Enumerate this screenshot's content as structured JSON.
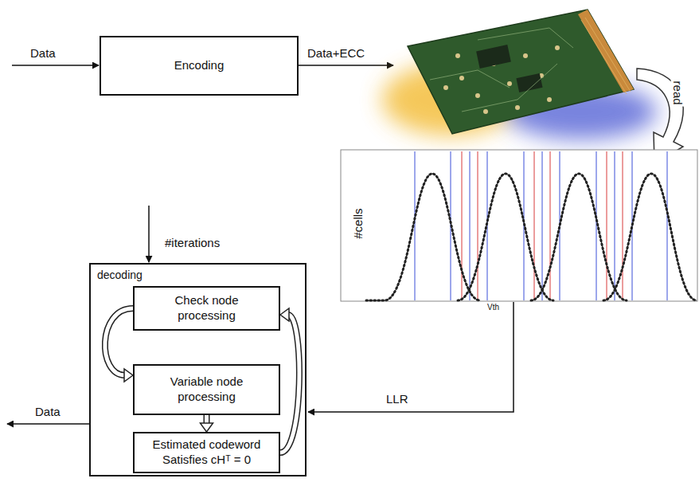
{
  "diagram": {
    "nodes": [
      {
        "text": [
          "Encoding"
        ]
      },
      {
        "text": [
          "decoding"
        ]
      },
      {
        "text": [
          "Check node processing"
        ],
        "in": 1
      },
      {
        "text": [
          "Variable node processing"
        ],
        "in": 1
      },
      {
        "text": [
          "Estimated codeword Satisfies cHᵀ = 0"
        ],
        "in": 1
      }
    ],
    "edges": [
      {
        "from": 2,
        "to": 3,
        "arrow": "to"
      },
      {
        "from": 3,
        "to": 4,
        "arrow": "to"
      },
      {
        "from": 4,
        "to": 2,
        "arrow": "to"
      }
    ],
    "labels": [
      "Data",
      "Data+ECC",
      "read",
      "#iterations",
      "LLR",
      "Data",
      "#cells",
      "Vth"
    ]
  }
}
